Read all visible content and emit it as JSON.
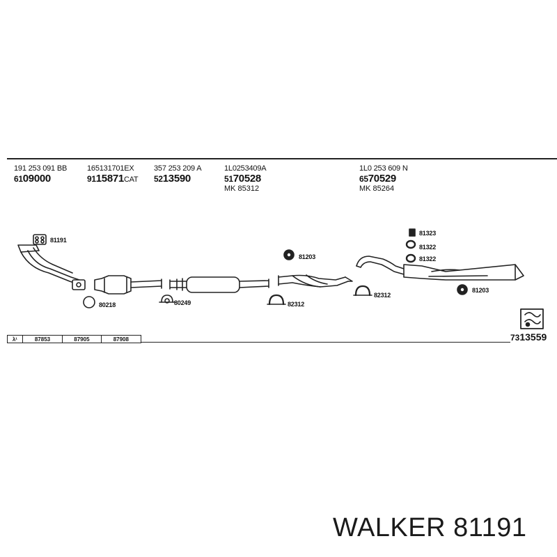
{
  "columns": [
    {
      "oem": "191 253 091 BB",
      "pn_prefix": "61",
      "pn_main": "09000",
      "pn_suffix": "",
      "mk": ""
    },
    {
      "oem": "165131701EX",
      "pn_prefix": "91",
      "pn_main": "15871",
      "pn_suffix": "CAT",
      "mk": ""
    },
    {
      "oem": "357 253 209 A",
      "pn_prefix": "52",
      "pn_main": "13590",
      "pn_suffix": "",
      "mk": ""
    },
    {
      "oem": "1L0253409A",
      "pn_prefix": "51",
      "pn_main": "70528",
      "pn_suffix": "",
      "mk": "MK  85312"
    },
    {
      "oem": "1L0 253 609 N",
      "pn_prefix": "65",
      "pn_main": "70529",
      "pn_suffix": "",
      "mk": "MK  85264"
    }
  ],
  "part_labels": {
    "gasket_top": "81191",
    "ring_left": "80218",
    "clamp_mid": "80249",
    "hanger_mid": "81203",
    "clamp_a": "82312",
    "clamp_b": "82312",
    "rubber_1": "81323",
    "rubber_2": "81322",
    "rubber_3": "81322",
    "hanger_right": "81203"
  },
  "lambda_row": {
    "symbol": "λ¹",
    "values": [
      "87853",
      "87905",
      "87908"
    ]
  },
  "ref_code": {
    "prefix": "73",
    "main": "13559"
  },
  "brand_caption": "WALKER 81191"
}
